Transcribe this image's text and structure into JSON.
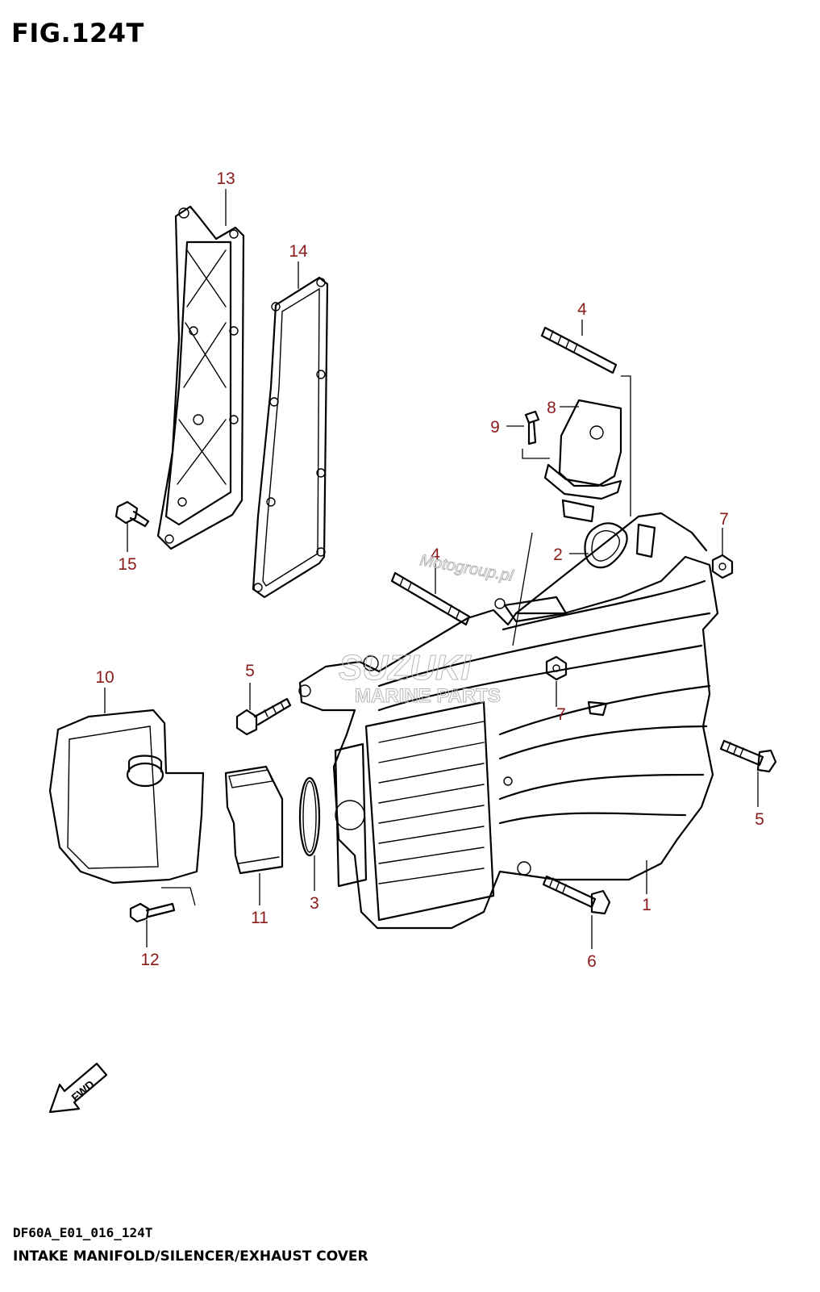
{
  "figure": {
    "title": "FIG.124T",
    "code": "DF60A_E01_016_124T",
    "caption": "INTAKE MANIFOLD/SILENCER/EXHAUST COVER"
  },
  "fwd_label": "FWD",
  "watermarks": {
    "site": "Motogroup.pl",
    "brand": "SUZUKI",
    "sub": "MARINE PARTS"
  },
  "callouts": {
    "c1": "1",
    "c2": "2",
    "c3": "3",
    "c4a": "4",
    "c4b": "4",
    "c5a": "5",
    "c5b": "5",
    "c6": "6",
    "c7a": "7",
    "c7b": "7",
    "c8": "8",
    "c9": "9",
    "c10": "10",
    "c11": "11",
    "c12": "12",
    "c13": "13",
    "c14": "14",
    "c15": "15"
  },
  "colors": {
    "callout": "#8b1a1a",
    "line": "#000000",
    "watermark": "#b5b5b5"
  }
}
